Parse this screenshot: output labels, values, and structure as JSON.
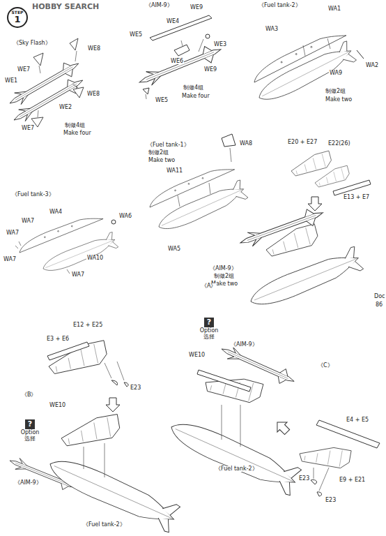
{
  "diagram": {
    "nodes": [
      {
        "text": [
          "STEP",
          "1"
        ]
      },
      {
        "text": [
          "?",
          "Option 选择"
        ]
      },
      {
        "text": [
          "?",
          "Option 选择"
        ]
      }
    ],
    "labels": [
      "HOBBY SEARCH",
      "《Sky Flash》",
      "WE8",
      "WE7",
      "WE1",
      "WE2",
      "WE8",
      "WE7",
      "制做4组",
      "Make four",
      "《AIM-9》",
      "WE9",
      "WE4",
      "WE5",
      "WE3",
      "WE6",
      "WE9",
      "WE5",
      "制做4组",
      "Make four",
      "《Fuel tank-2》",
      "WA1",
      "WA3",
      "WA2",
      "WA9",
      "制做2组",
      "Make two",
      "WA8",
      "《Fuel tank-1》",
      "制做2组",
      "Make two",
      "WA11",
      "WA5",
      "E20 + E27",
      "E22(26)",
      "E13 + E7",
      "《Fuel tank-3》",
      "WA4",
      "WA6",
      "WA7",
      "WA7",
      "WA7",
      "WA10",
      "WA7",
      "《AIM-9》",
      "制做2组",
      "Make two",
      "《A》",
      "Doc",
      "86",
      "E12 + E25",
      "E3 + E6",
      "E23",
      "《B》",
      "WE10",
      "《AIM-9》",
      "《Fuel tank-2》",
      "WE10",
      "《AIM-9》",
      "《C》",
      "《Fuel tank-2》",
      "E4 + E5",
      "E23",
      "E9 + E21",
      "E23"
    ]
  }
}
